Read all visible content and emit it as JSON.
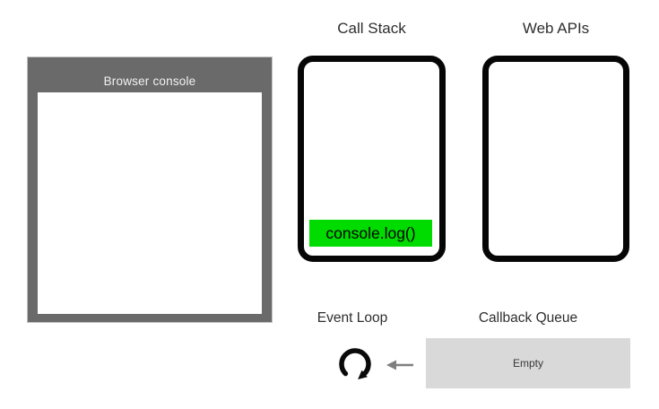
{
  "diagram": {
    "background_color": "#ffffff",
    "browser_console": {
      "title": "Browser console",
      "frame_color": "#6a6a6a",
      "screen_color": "#ffffff",
      "log_lines": []
    },
    "call_stack": {
      "title": "Call Stack",
      "box_border_color": "#060606",
      "items": [
        {
          "label": "console.log()",
          "color": "#00dc00"
        }
      ]
    },
    "web_apis": {
      "title": "Web APIs",
      "box_border_color": "#060606",
      "items": []
    },
    "event_loop": {
      "title": "Event Loop",
      "icon": "clockwise-loop-arrow-icon",
      "icon_color": "#0a0a0a"
    },
    "flow_arrow": {
      "icon": "left-arrow-icon",
      "direction": "left",
      "color": "#7f7f7f"
    },
    "callback_queue": {
      "title": "Callback Queue",
      "status": "Empty",
      "fill_color": "#d9d9d9"
    }
  }
}
